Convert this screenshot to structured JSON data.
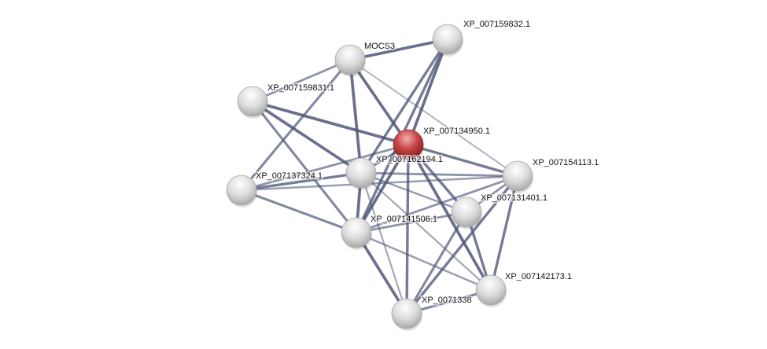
{
  "network": {
    "nodes": [
      {
        "id": "MOCS3",
        "label": "MOCS3",
        "query": false
      },
      {
        "id": "XP_007159832.1",
        "label": "XP_007159832.1",
        "query": false
      },
      {
        "id": "XP_007159831.1",
        "label": "XP_007159831.1",
        "query": false
      },
      {
        "id": "XP_007134950.1",
        "label": "XP_007134950.1",
        "query": true
      },
      {
        "id": "XP_007162194.1",
        "label": "XP_007162194.1",
        "query": false
      },
      {
        "id": "XP_007137324.1",
        "label": "XP_007137324.1",
        "query": false
      },
      {
        "id": "XP_007141506.1",
        "label": "XP_007141506.1",
        "query": false
      },
      {
        "id": "XP_007154113.1",
        "label": "XP_007154113.1",
        "query": false
      },
      {
        "id": "XP_007131401.1",
        "label": "XP_007131401.1",
        "query": false
      },
      {
        "id": "XP_007142173.1",
        "label": "XP_007142173.1",
        "query": false
      },
      {
        "id": "XP_0071338",
        "label": "XP_0071338",
        "query": false
      }
    ],
    "edges": [
      [
        "MOCS3",
        "XP_007159832.1",
        0.9
      ],
      [
        "MOCS3",
        "XP_007159831.1",
        0.6
      ],
      [
        "MOCS3",
        "XP_007137324.1",
        0.7
      ],
      [
        "MOCS3",
        "XP_007162194.1",
        0.9
      ],
      [
        "MOCS3",
        "XP_007134950.1",
        0.9
      ],
      [
        "MOCS3",
        "XP_007154113.1",
        0.3
      ],
      [
        "XP_007159832.1",
        "XP_007134950.1",
        0.9
      ],
      [
        "XP_007159832.1",
        "XP_007162194.1",
        0.8
      ],
      [
        "XP_007159832.1",
        "XP_007141506.1",
        0.8
      ],
      [
        "XP_007159831.1",
        "XP_007134950.1",
        0.9
      ],
      [
        "XP_007159831.1",
        "XP_007162194.1",
        0.9
      ],
      [
        "XP_007159831.1",
        "XP_007141506.1",
        0.7
      ],
      [
        "XP_007134950.1",
        "XP_007162194.1",
        0.7
      ],
      [
        "XP_007134950.1",
        "XP_007154113.1",
        0.8
      ],
      [
        "XP_007134950.1",
        "XP_007137324.1",
        0.6
      ],
      [
        "XP_007134950.1",
        "XP_007141506.1",
        0.9
      ],
      [
        "XP_007134950.1",
        "XP_007131401.1",
        0.8
      ],
      [
        "XP_007134950.1",
        "XP_007142173.1",
        0.9
      ],
      [
        "XP_007134950.1",
        "XP_0071338",
        0.8
      ],
      [
        "XP_007162194.1",
        "XP_007137324.1",
        0.8
      ],
      [
        "XP_007162194.1",
        "XP_007141506.1",
        0.9
      ],
      [
        "XP_007162194.1",
        "XP_007154113.1",
        0.6
      ],
      [
        "XP_007162194.1",
        "XP_007131401.1",
        0.5
      ],
      [
        "XP_007162194.1",
        "XP_0071338",
        0.4
      ],
      [
        "XP_007162194.1",
        "XP_007142173.1",
        0.4
      ],
      [
        "XP_007137324.1",
        "XP_007141506.1",
        0.7
      ],
      [
        "XP_007137324.1",
        "XP_007154113.1",
        0.5
      ],
      [
        "XP_007141506.1",
        "XP_007154113.1",
        0.6
      ],
      [
        "XP_007141506.1",
        "XP_007131401.1",
        0.6
      ],
      [
        "XP_007141506.1",
        "XP_007142173.1",
        0.5
      ],
      [
        "XP_007141506.1",
        "XP_0071338",
        0.9
      ],
      [
        "XP_007154113.1",
        "XP_007142173.1",
        0.8
      ],
      [
        "XP_007154113.1",
        "XP_0071338",
        0.8
      ],
      [
        "XP_007154113.1",
        "XP_007131401.1",
        0.6
      ],
      [
        "XP_007131401.1",
        "XP_007142173.1",
        0.8
      ],
      [
        "XP_007131401.1",
        "XP_0071338",
        0.7
      ],
      [
        "XP_007142173.1",
        "XP_0071338",
        0.7
      ]
    ],
    "colors": {
      "edge": "#4c5577",
      "node": "#d8d8d8",
      "query_node": "#c23a3a"
    }
  }
}
